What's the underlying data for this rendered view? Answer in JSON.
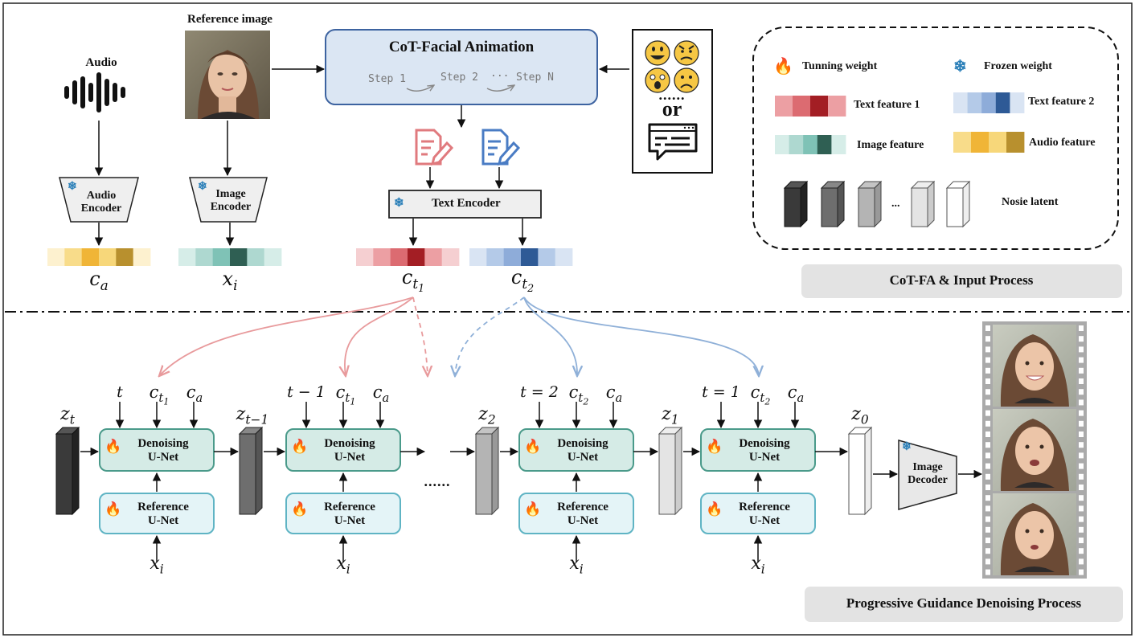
{
  "top": {
    "audio_label": "Audio",
    "reference_label": "Reference image",
    "audio_encoder": [
      "Audio",
      "Encoder"
    ],
    "image_encoder": [
      "Image",
      "Encoder"
    ],
    "cot_title": "CoT-Facial Animation",
    "steps": [
      "Step 1",
      "Step 2",
      "...",
      "Step N"
    ],
    "text_encoder": "Text Encoder",
    "emoji_dots": "......",
    "emoji_or": "or",
    "emotions": [
      "smile",
      "angry",
      "surprised",
      "sad"
    ],
    "section_label": "CoT-FA & Input Process",
    "features": {
      "audio": [
        "#fdf1cf",
        "#f8dc8a",
        "#f0b537",
        "#f7d77a",
        "#b8902e",
        "#fdf1cf"
      ],
      "image": [
        "#d6ede8",
        "#aed8d0",
        "#7fc2b6",
        "#2f5f53",
        "#aed8d0",
        "#d6ede8"
      ],
      "text1": [
        "#f5cfd1",
        "#ec9fa3",
        "#dc6b71",
        "#a31e24",
        "#ec9fa3",
        "#f5cfd1"
      ],
      "text2": [
        "#d9e4f3",
        "#b4cae8",
        "#8eacd9",
        "#2e5a96",
        "#b4cae8",
        "#d9e4f3"
      ]
    }
  },
  "legend": {
    "tuning": "Tunning weight",
    "frozen": "Frozen weight",
    "text1": "Text feature 1",
    "text2": "Text feature 2",
    "image": "Image feature",
    "audio": "Audio feature",
    "latent": "Nosie latent",
    "latent_dots": "..."
  },
  "bottom": {
    "section_label": "Progressive Guidance Denoising Process",
    "denoise": [
      "Denoising",
      "U-Net"
    ],
    "reference": [
      "Reference",
      "U-Net"
    ],
    "decoder": [
      "Image",
      "Decoder"
    ],
    "ellipsis": "......",
    "time_labels": [
      "t",
      "t − 1",
      "t = 2",
      "t = 1"
    ],
    "latent_names": [
      "z",
      "z",
      "z",
      "z",
      "z"
    ],
    "latent_subs": [
      "t",
      "t−1",
      "2",
      "1",
      "0"
    ],
    "c": "c",
    "x": "x",
    "sub_a": "a",
    "sub_i": "i",
    "sub_t": "t",
    "sub_1": "1",
    "sub_2": "2"
  },
  "colors": {
    "pink": "#e89a9c",
    "blue": "#8fb0d8",
    "denoise_fill": "#d5ebe6",
    "denoise_stroke": "#4a9a8a",
    "ref_fill": "#e4f4f7",
    "ref_stroke": "#5fb4c4",
    "cot_fill": "#dbe6f3",
    "cot_stroke": "#3d63a0",
    "label_bg": "#e3e3e3"
  }
}
